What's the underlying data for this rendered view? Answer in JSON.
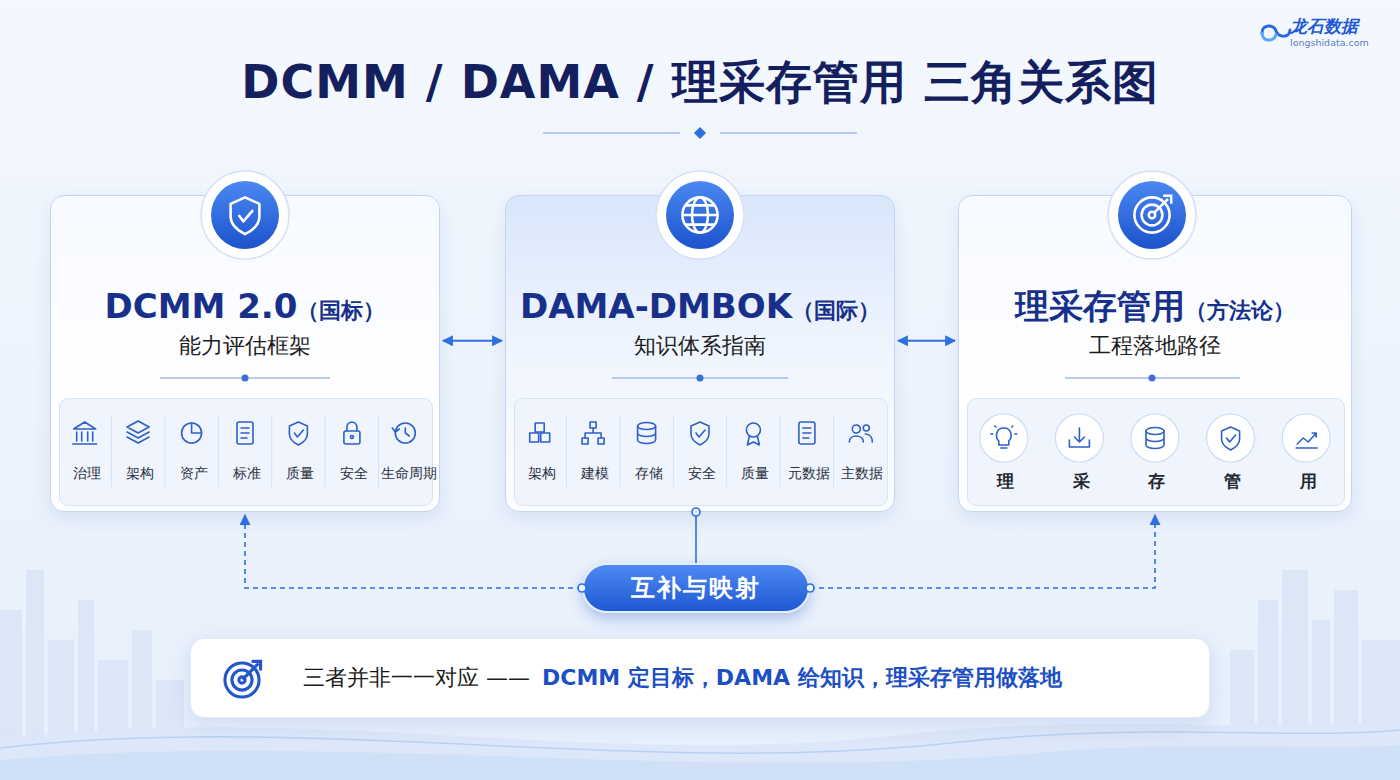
{
  "diagram": {
    "title": "DCMM / DAMA / 理采存管用 三角关系图",
    "nodes": [
      {
        "text": [
          "DCMM 2.0",
          "（国标）",
          "能力评估框架"
        ]
      },
      {
        "text": [
          "治理",
          "架构",
          "资产",
          "标准",
          "质量",
          "安全",
          "生命周期"
        ],
        "in": 0
      },
      {
        "text": [
          "DAMA-DMBOK",
          "（国际）",
          "知识体系指南"
        ]
      },
      {
        "text": [
          "架构",
          "建模",
          "存储",
          "安全",
          "质量",
          "元数据",
          "主数据"
        ],
        "in": 2
      },
      {
        "text": [
          "理采存管用",
          "（方法论）",
          "工程落地路径"
        ]
      },
      {
        "text": [
          "理",
          "采",
          "存",
          "管",
          "用"
        ],
        "in": 4
      },
      {
        "text": [
          "互补与映射"
        ]
      },
      {
        "text": [
          "三者并非一一对应 ——",
          "DCMM 定目标，DAMA 给知识，理采存管用做落地"
        ]
      }
    ],
    "edges": [
      {
        "from": 0,
        "to": 2,
        "arrow": "both"
      },
      {
        "from": 2,
        "to": 4,
        "arrow": "both"
      },
      {
        "from": 6,
        "to": 0,
        "arrow": "to"
      },
      {
        "from": 6,
        "to": 4,
        "arrow": "to"
      },
      {
        "from": 6,
        "to": 2,
        "arrow": "none"
      }
    ],
    "labels": [
      "龙石数据",
      "longshidata.com"
    ]
  }
}
